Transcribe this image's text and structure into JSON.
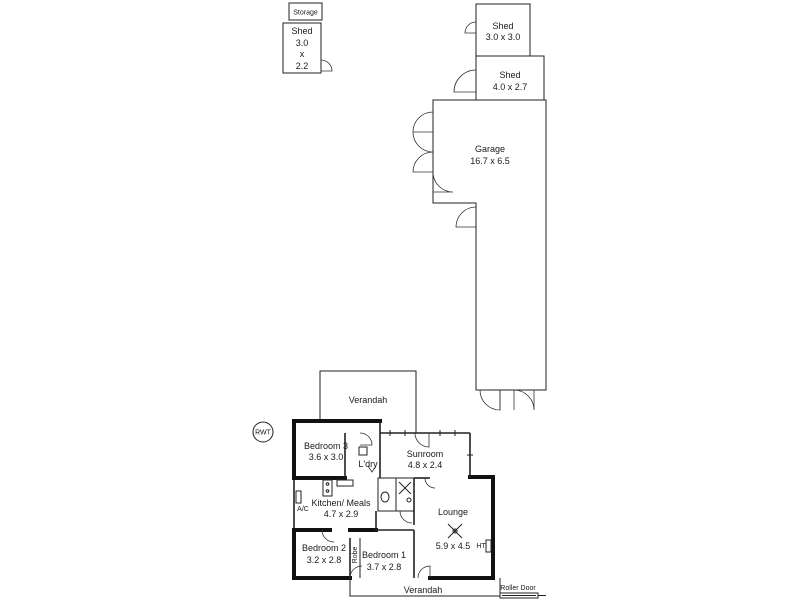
{
  "rooms": {
    "storage": {
      "name": "Storage"
    },
    "shed_small": {
      "name": "Shed",
      "line1": "3.0",
      "line2": "x",
      "line3": "2.2"
    },
    "shed_top": {
      "name": "Shed",
      "dims": "3.0 x 3.0"
    },
    "shed_mid": {
      "name": "Shed",
      "dims": "4.0 x 2.7"
    },
    "garage": {
      "name": "Garage",
      "dims": "16.7 x 6.5"
    },
    "verandah_back": {
      "name": "Verandah"
    },
    "bedroom3": {
      "name": "Bedroom 3",
      "dims": "3.6 x 3.0"
    },
    "laundry": {
      "name": "L'dry"
    },
    "sunroom": {
      "name": "Sunroom",
      "dims": "4.8 x 2.4"
    },
    "kitchen": {
      "name": "Kitchen/ Meals",
      "dims": "4.7 x 2.9"
    },
    "lounge": {
      "name": "Lounge",
      "dims": "5.9 x 4.5"
    },
    "bedroom2": {
      "name": "Bedroom 2",
      "dims": "3.2 x 2.8"
    },
    "bedroom1": {
      "name": "Bedroom 1",
      "dims": "3.7 x 2.8"
    },
    "verandah_front": {
      "name": "Verandah"
    }
  },
  "labels": {
    "rwt": "RWT",
    "ac": "A/C",
    "robe": "Robe",
    "ht": "HT",
    "roller_door": "Roller Door"
  }
}
